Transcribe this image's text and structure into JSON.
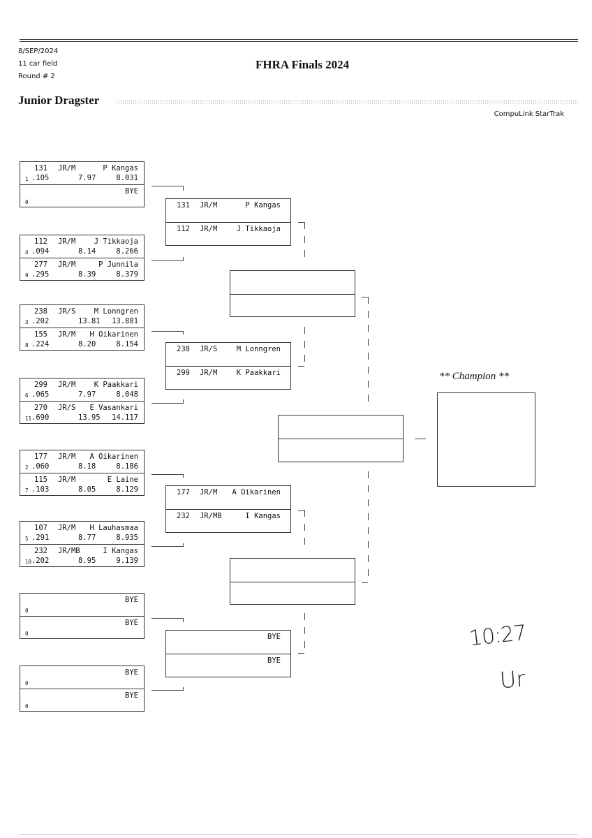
{
  "header": {
    "date": "8/SEP/2024",
    "field": "11 car field",
    "round": "Round # 2",
    "event_title": "FHRA Finals 2024",
    "class_title": "Junior Dragster",
    "brand": "CompuLink StarTrak"
  },
  "round1": [
    {
      "top": {
        "car": "131",
        "cls": "JR/M",
        "driver": "P Kangas",
        "seed": "1",
        "rt": ".105",
        "et": "7.97",
        "dial": "8.031"
      },
      "bottom": {
        "car": "",
        "cls": "",
        "driver": "BYE",
        "seed": "0",
        "rt": "",
        "et": "",
        "dial": ""
      }
    },
    {
      "top": {
        "car": "112",
        "cls": "JR/M",
        "driver": "J Tikkaoja",
        "seed": "4",
        "rt": ".094",
        "et": "8.14",
        "dial": "8.266"
      },
      "bottom": {
        "car": "277",
        "cls": "JR/M",
        "driver": "P Junnila",
        "seed": "9",
        "rt": ".295",
        "et": "8.39",
        "dial": "8.379"
      }
    },
    {
      "top": {
        "car": "238",
        "cls": "JR/S",
        "driver": "M Lonngren",
        "seed": "3",
        "rt": ".202",
        "et": "13.81",
        "dial": "13.881"
      },
      "bottom": {
        "car": "155",
        "cls": "JR/M",
        "driver": "H Oikarinen",
        "seed": "8",
        "rt": ".224",
        "et": "8.20",
        "dial": "8.154"
      }
    },
    {
      "top": {
        "car": "299",
        "cls": "JR/M",
        "driver": "K Paakkari",
        "seed": "6",
        "rt": ".065",
        "et": "7.97",
        "dial": "8.048"
      },
      "bottom": {
        "car": "270",
        "cls": "JR/S",
        "driver": "E Vasankari",
        "seed": "11",
        "rt": ".690",
        "et": "13.95",
        "dial": "14.117"
      }
    },
    {
      "top": {
        "car": "177",
        "cls": "JR/M",
        "driver": "A Oikarinen",
        "seed": "2",
        "rt": ".060",
        "et": "8.18",
        "dial": "8.186"
      },
      "bottom": {
        "car": "115",
        "cls": "JR/M",
        "driver": "E Laine",
        "seed": "7",
        "rt": ".103",
        "et": "8.05",
        "dial": "8.129"
      }
    },
    {
      "top": {
        "car": "107",
        "cls": "JR/M",
        "driver": "H Lauhasmaa",
        "seed": "5",
        "rt": ".291",
        "et": "8.77",
        "dial": "8.935"
      },
      "bottom": {
        "car": "232",
        "cls": "JR/MB",
        "driver": "I Kangas",
        "seed": "10",
        "rt": ".202",
        "et": "8.95",
        "dial": "9.139"
      }
    },
    {
      "top": {
        "car": "",
        "cls": "",
        "driver": "BYE",
        "seed": "0",
        "rt": "",
        "et": "",
        "dial": ""
      },
      "bottom": {
        "car": "",
        "cls": "",
        "driver": "BYE",
        "seed": "0",
        "rt": "",
        "et": "",
        "dial": ""
      }
    },
    {
      "top": {
        "car": "",
        "cls": "",
        "driver": "BYE",
        "seed": "0",
        "rt": "",
        "et": "",
        "dial": ""
      },
      "bottom": {
        "car": "",
        "cls": "",
        "driver": "BYE",
        "seed": "0",
        "rt": "",
        "et": "",
        "dial": ""
      }
    }
  ],
  "round2": [
    {
      "top": {
        "car": "131",
        "cls": "JR/M",
        "driver": "P Kangas"
      },
      "bottom": {
        "car": "112",
        "cls": "JR/M",
        "driver": "J Tikkaoja"
      }
    },
    {
      "top": {
        "car": "238",
        "cls": "JR/S",
        "driver": "M Lonngren"
      },
      "bottom": {
        "car": "299",
        "cls": "JR/M",
        "driver": "K Paakkari"
      }
    },
    {
      "top": {
        "car": "177",
        "cls": "JR/M",
        "driver": "A Oikarinen"
      },
      "bottom": {
        "car": "232",
        "cls": "JR/MB",
        "driver": "I Kangas"
      }
    },
    {
      "top": {
        "car": "",
        "cls": "",
        "driver": "BYE"
      },
      "bottom": {
        "car": "",
        "cls": "",
        "driver": "BYE"
      }
    }
  ],
  "champion_label": "** Champion **",
  "handwritten": {
    "time": "10:27",
    "initials": "Ur"
  }
}
